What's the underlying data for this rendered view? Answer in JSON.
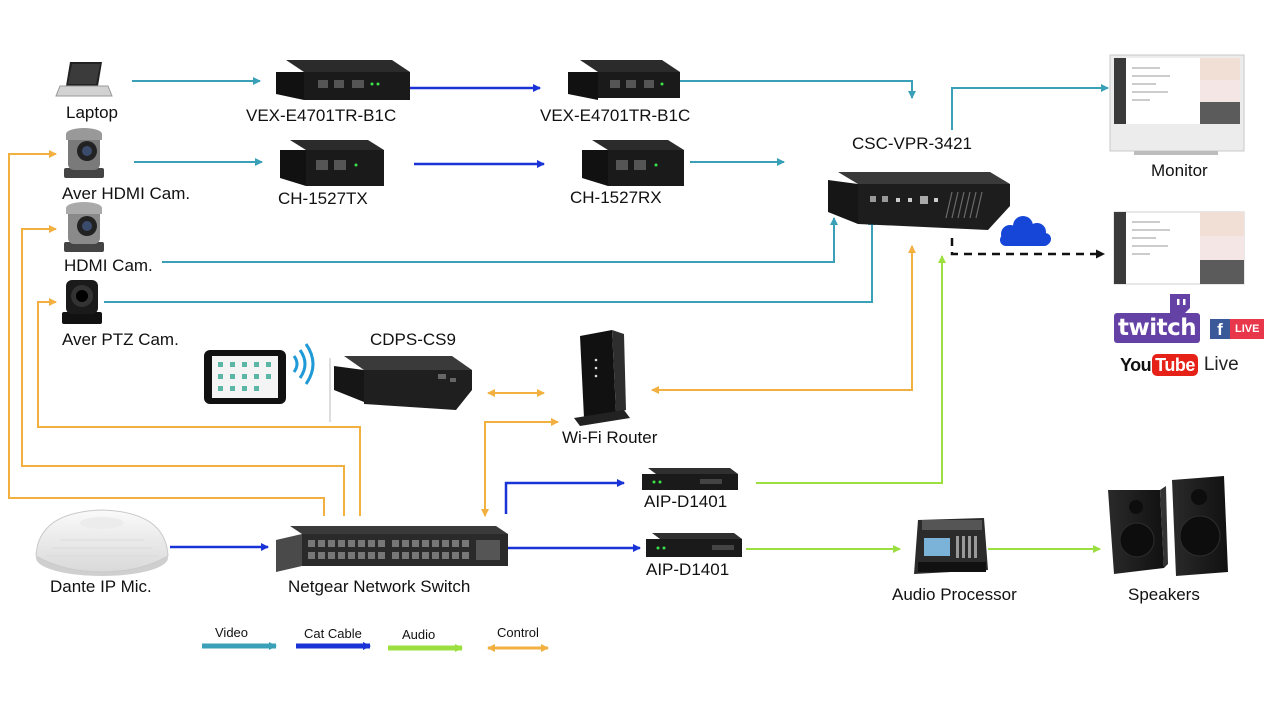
{
  "devices": {
    "laptop": "Laptop",
    "vex_tx": "VEX-E4701TR-B1C",
    "vex_rx": "VEX-E4701TR-B1C",
    "aver_hdmi": "Aver HDMI Cam.",
    "ch_tx": "CH-1527TX",
    "ch_rx": "CH-1527RX",
    "csc": "CSC-VPR-3421",
    "hdmi_cam": "HDMI Cam.",
    "aver_ptz": "Aver PTZ Cam.",
    "cdps": "CDPS-CS9",
    "router": "Wi-Fi Router",
    "aip1": "AIP-D1401",
    "aip2": "AIP-D1401",
    "dante_mic": "Dante IP Mic.",
    "switch": "Netgear Network Switch",
    "audio_proc": "Audio Processor",
    "speakers": "Speakers",
    "monitor": "Monitor"
  },
  "streaming": {
    "twitch": "twitch",
    "facebook": "f",
    "facebook_live": "LIVE",
    "youtube_you": "You",
    "youtube_tube": "Tube",
    "youtube_live": "Live"
  },
  "legend": [
    {
      "label": "Video",
      "color": "#3aa0b8"
    },
    {
      "label": "Cat Cable",
      "color": "#1a33d6"
    },
    {
      "label": "Audio",
      "color": "#9be040"
    },
    {
      "label": "Control",
      "color": "#f2b040"
    }
  ],
  "colors": {
    "video": "#3aa0b8",
    "cat": "#1a33d6",
    "audio": "#9be040",
    "control": "#f2b040",
    "stream": "#111111"
  },
  "icons": {
    "cloud": "cloud-icon",
    "wifi": "wifi-signal-icon"
  }
}
